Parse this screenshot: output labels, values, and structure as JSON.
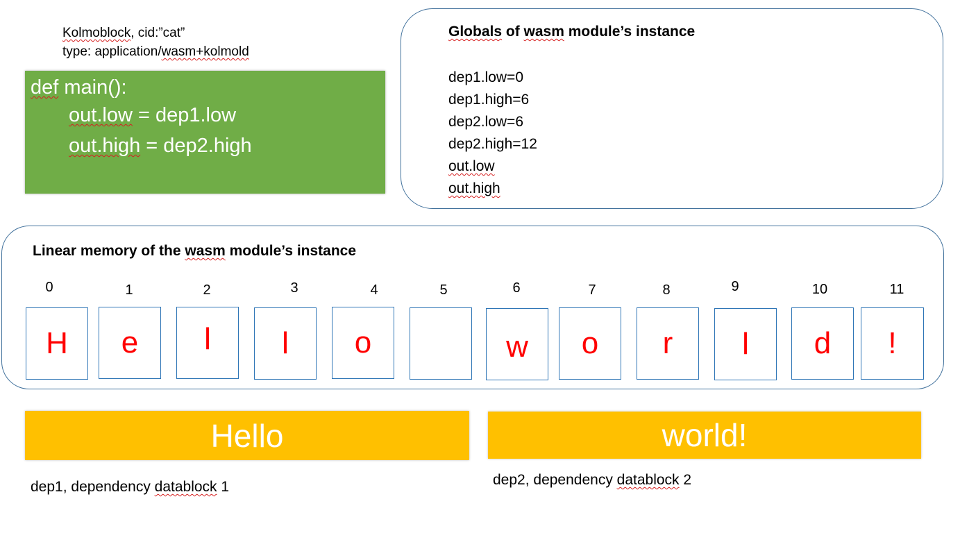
{
  "header": {
    "block_prefix": "Kolmoblock",
    "block_rest": ", cid:”cat”",
    "type_prefix": "type: application/",
    "type_value": "wasm+kolmold"
  },
  "code": {
    "line1_kw": "def",
    "line1_rest": " main():",
    "line2_lhs": "out.low",
    "line2_rhs": " = dep1.low",
    "line3_lhs": "out.high",
    "line3_rhs": " = dep2.high"
  },
  "globals": {
    "title_a": "Globals",
    "title_b": " of ",
    "title_c": "wasm",
    "title_d": " module’s instance",
    "items": [
      "dep1.low=0",
      "dep1.high=6",
      "dep2.low=6",
      "dep2.high=12",
      "out.low",
      "out.high"
    ]
  },
  "memory": {
    "title_a": "Linear memory of the ",
    "title_b": "wasm",
    "title_c": " module’s instance",
    "indices": [
      "0",
      "1",
      "2",
      "3",
      "4",
      "5",
      "6",
      "7",
      "8",
      "9",
      "10",
      "11"
    ],
    "cells": [
      "H",
      "e",
      "l",
      "l",
      "o",
      "",
      "w",
      "o",
      "r",
      "l",
      "d",
      "!"
    ]
  },
  "dep1": {
    "bar_text": "Hello",
    "caption_a": "dep1, dependency ",
    "caption_b": "datablock",
    "caption_c": " 1"
  },
  "dep2": {
    "bar_text": "world!",
    "caption_a": "dep2, dependency ",
    "caption_b": "datablock",
    "caption_c": " 2"
  },
  "colors": {
    "code_bg": "#70ad47",
    "bar_bg": "#ffc000",
    "outline": "#41719c",
    "cell_text": "#ff0000"
  }
}
